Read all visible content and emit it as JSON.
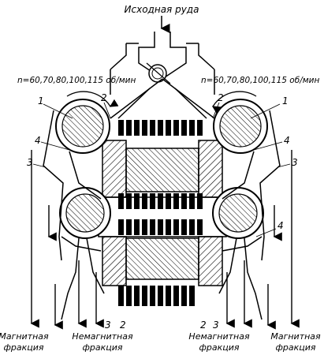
{
  "diagram": {
    "title": "Исходная руда",
    "speed_label_left": "n=60,70,80,100,115 об/мин",
    "speed_label_right": "n=60,70,80,100,115 об/мин",
    "callouts": {
      "drum": "1",
      "pole_gap": "2",
      "chute": "3",
      "shield": "4"
    },
    "outputs": {
      "magnetic_line1": "Магнитная",
      "magnetic_line2": "фракция",
      "nonmagnetic_line1": "Немагнитная",
      "nonmagnetic_line2": "фракция"
    }
  }
}
